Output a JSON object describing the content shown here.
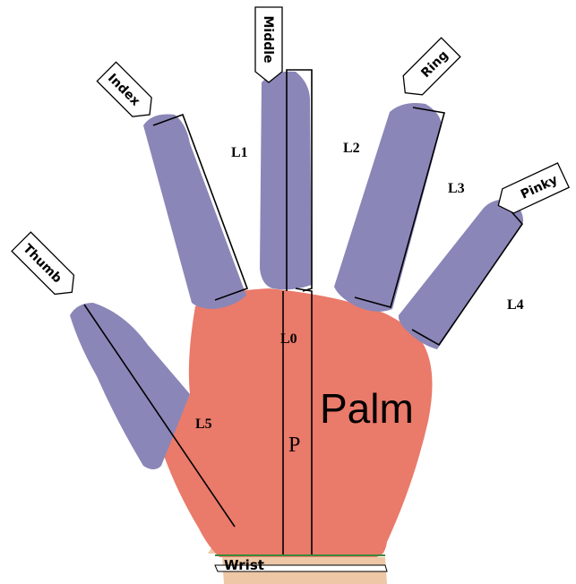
{
  "finger_labels": {
    "index": "Index",
    "middle": "Middle",
    "ring": "Ring",
    "pinky": "Pinky",
    "thumb": "Thumb",
    "wrist": "Wrist"
  },
  "measurement_labels": {
    "l0": "L0",
    "l1": "L1",
    "l2": "L2",
    "l3": "L3",
    "l4": "L4",
    "l5": "L5",
    "p": "P"
  },
  "region_label": "Palm",
  "colors": {
    "finger": "#8a86b8",
    "palm": "#ea7a6a",
    "skin": "#eec7a6",
    "wrist_line": "#3a8a3a",
    "outline": "#000000"
  }
}
